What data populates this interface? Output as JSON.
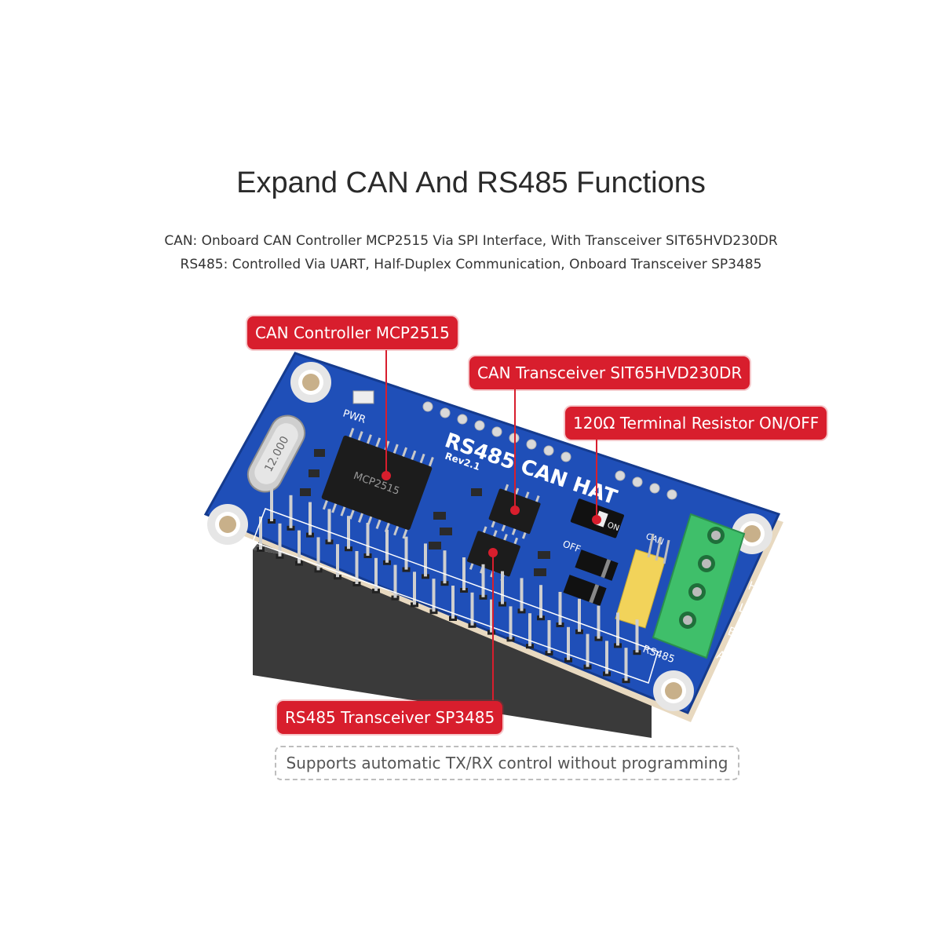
{
  "header": {
    "title": "Expand CAN And RS485 Functions",
    "line1": "CAN: Onboard CAN Controller MCP2515 Via SPI Interface, With Transceiver SIT65HVD230DR",
    "line2": "RS485: Controlled Via UART, Half-Duplex Communication, Onboard Transceiver SP3485"
  },
  "callouts": {
    "can_controller": "CAN Controller MCP2515",
    "can_transceiver": "CAN Transceiver SIT65HVD230DR",
    "terminal_resistor": "120Ω Terminal Resistor ON/OFF",
    "rs485_transceiver": "RS485 Transceiver SP3485"
  },
  "note": "Supports automatic TX/RX control without programming",
  "board_labels": {
    "name": "RS485 CAN HAT",
    "revision": "Rev2.1",
    "pwr": "PWR",
    "on": "ON",
    "off": "OFF",
    "can": "CAN",
    "rs485": "RS485",
    "term_h": "H",
    "term_l": "L",
    "term_b": "B",
    "term_a": "A",
    "chip_mcp": "MCP2515",
    "crystal": "12.000"
  },
  "colors": {
    "pcb": "#1f4fb8",
    "callout": "#d81e2d",
    "terminal": "#3fbf6a"
  }
}
